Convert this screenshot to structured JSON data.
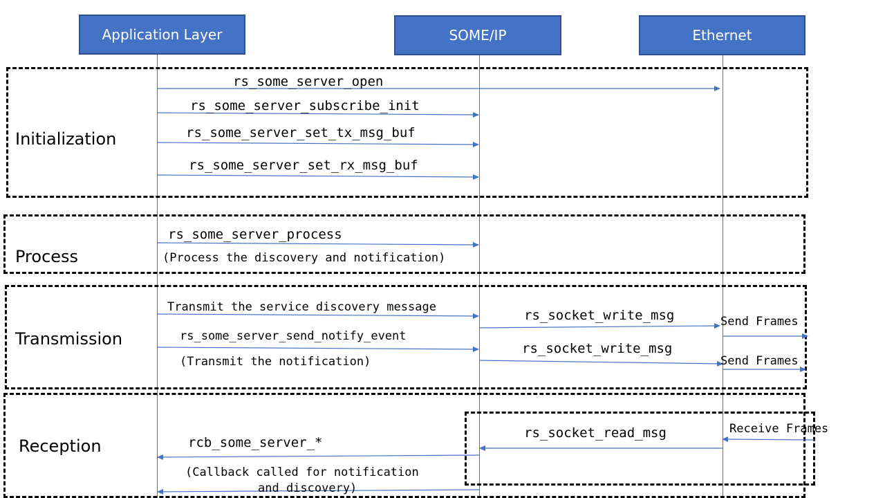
{
  "lifelines": {
    "app": "Application Layer",
    "someip": "SOME/IP",
    "ethernet": "Ethernet"
  },
  "sections": {
    "initialization": "Initialization",
    "process": "Process",
    "transmission": "Transmission",
    "reception": "Reception"
  },
  "messages": {
    "server_open": "rs_some_server_open",
    "subscribe_init": "rs_some_server_subscribe_init",
    "set_tx": "rs_some_server_set_tx_msg_buf",
    "set_rx": "rs_some_server_set_rx_msg_buf",
    "process": "rs_some_server_process",
    "process_note": "(Process the discovery and notification)",
    "transmit_sd": "Transmit the service discovery message",
    "send_notify": "rs_some_server_send_notify_event",
    "transmit_note": "(Transmit the notification)",
    "socket_write_1": "rs_socket_write_msg",
    "socket_write_2": "rs_socket_write_msg",
    "send_frames_1": "Send Frames",
    "send_frames_2": "Send Frames",
    "receive_frames": "Receive Frames",
    "socket_read": "rs_socket_read_msg",
    "callback": "rcb_some_server_*",
    "callback_note_1": "(Callback called for notification",
    "callback_note_2": "and discovery)"
  },
  "colors": {
    "lifeline_fill": "#4472c4",
    "lifeline_border": "#2f528f",
    "arrow": "#4472c4"
  }
}
